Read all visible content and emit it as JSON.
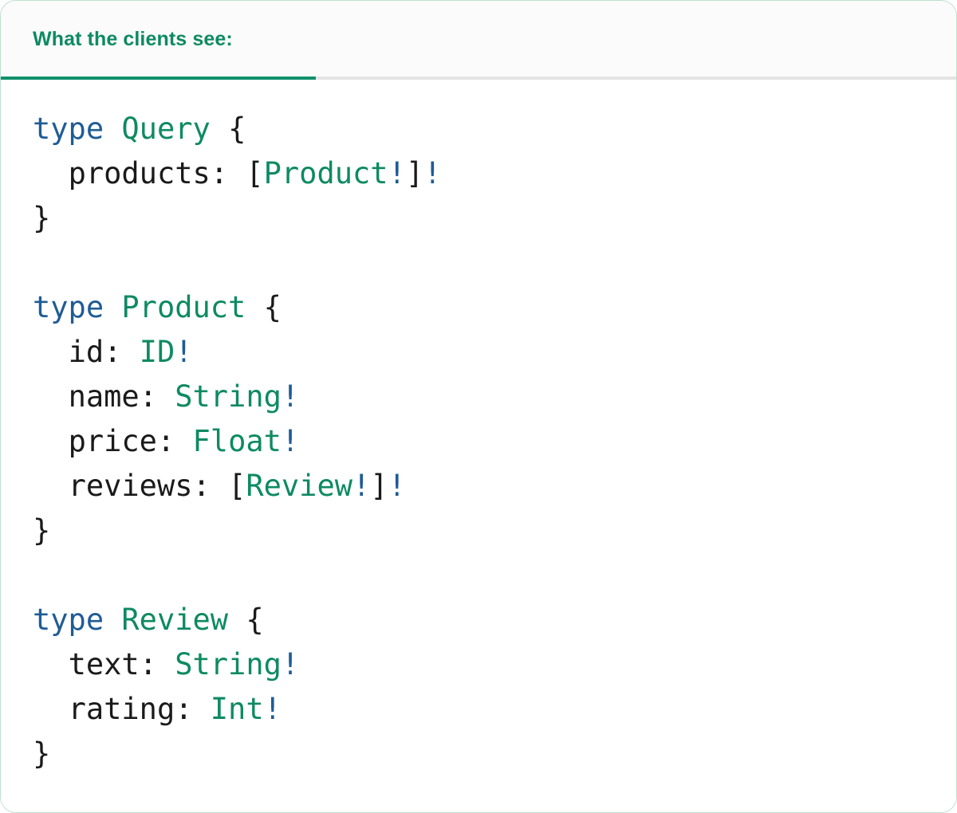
{
  "card": {
    "border_color": "#bfdfd0",
    "background": "#ffffff"
  },
  "header": {
    "tab_label": "What the clients see:",
    "accent_color": "#10906c",
    "background": "#fbfbfb",
    "divider_color": "#e4e4e4"
  },
  "syntax_colors": {
    "keyword": "#1f5c96",
    "type_name": "#0e8a62",
    "non_null_bang": "#1f5c96",
    "punctuation": "#1a1a1a",
    "field_name": "#1a1a1a"
  },
  "code": {
    "language": "graphql",
    "lines": [
      {
        "tokens": [
          {
            "text": "type",
            "kind": "kw"
          },
          {
            "text": " ",
            "kind": "plain"
          },
          {
            "text": "Query",
            "kind": "type"
          },
          {
            "text": " ",
            "kind": "plain"
          },
          {
            "text": "{",
            "kind": "punct"
          }
        ]
      },
      {
        "tokens": [
          {
            "text": "  ",
            "kind": "plain"
          },
          {
            "text": "products",
            "kind": "field"
          },
          {
            "text": ": ",
            "kind": "punct"
          },
          {
            "text": "[",
            "kind": "punct"
          },
          {
            "text": "Product",
            "kind": "type"
          },
          {
            "text": "!",
            "kind": "bang"
          },
          {
            "text": "]",
            "kind": "punct"
          },
          {
            "text": "!",
            "kind": "bang"
          }
        ]
      },
      {
        "tokens": [
          {
            "text": "}",
            "kind": "punct"
          }
        ]
      },
      {
        "tokens": []
      },
      {
        "tokens": [
          {
            "text": "type",
            "kind": "kw"
          },
          {
            "text": " ",
            "kind": "plain"
          },
          {
            "text": "Product",
            "kind": "type"
          },
          {
            "text": " ",
            "kind": "plain"
          },
          {
            "text": "{",
            "kind": "punct"
          }
        ]
      },
      {
        "tokens": [
          {
            "text": "  ",
            "kind": "plain"
          },
          {
            "text": "id",
            "kind": "field"
          },
          {
            "text": ": ",
            "kind": "punct"
          },
          {
            "text": "ID",
            "kind": "type"
          },
          {
            "text": "!",
            "kind": "bang"
          }
        ]
      },
      {
        "tokens": [
          {
            "text": "  ",
            "kind": "plain"
          },
          {
            "text": "name",
            "kind": "field"
          },
          {
            "text": ": ",
            "kind": "punct"
          },
          {
            "text": "String",
            "kind": "type"
          },
          {
            "text": "!",
            "kind": "bang"
          }
        ]
      },
      {
        "tokens": [
          {
            "text": "  ",
            "kind": "plain"
          },
          {
            "text": "price",
            "kind": "field"
          },
          {
            "text": ": ",
            "kind": "punct"
          },
          {
            "text": "Float",
            "kind": "type"
          },
          {
            "text": "!",
            "kind": "bang"
          }
        ]
      },
      {
        "tokens": [
          {
            "text": "  ",
            "kind": "plain"
          },
          {
            "text": "reviews",
            "kind": "field"
          },
          {
            "text": ": ",
            "kind": "punct"
          },
          {
            "text": "[",
            "kind": "punct"
          },
          {
            "text": "Review",
            "kind": "type"
          },
          {
            "text": "!",
            "kind": "bang"
          },
          {
            "text": "]",
            "kind": "punct"
          },
          {
            "text": "!",
            "kind": "bang"
          }
        ]
      },
      {
        "tokens": [
          {
            "text": "}",
            "kind": "punct"
          }
        ]
      },
      {
        "tokens": []
      },
      {
        "tokens": [
          {
            "text": "type",
            "kind": "kw"
          },
          {
            "text": " ",
            "kind": "plain"
          },
          {
            "text": "Review",
            "kind": "type"
          },
          {
            "text": " ",
            "kind": "plain"
          },
          {
            "text": "{",
            "kind": "punct"
          }
        ]
      },
      {
        "tokens": [
          {
            "text": "  ",
            "kind": "plain"
          },
          {
            "text": "text",
            "kind": "field"
          },
          {
            "text": ": ",
            "kind": "punct"
          },
          {
            "text": "String",
            "kind": "type"
          },
          {
            "text": "!",
            "kind": "bang"
          }
        ]
      },
      {
        "tokens": [
          {
            "text": "  ",
            "kind": "plain"
          },
          {
            "text": "rating",
            "kind": "field"
          },
          {
            "text": ": ",
            "kind": "punct"
          },
          {
            "text": "Int",
            "kind": "type"
          },
          {
            "text": "!",
            "kind": "bang"
          }
        ]
      },
      {
        "tokens": [
          {
            "text": "}",
            "kind": "punct"
          }
        ]
      }
    ]
  }
}
